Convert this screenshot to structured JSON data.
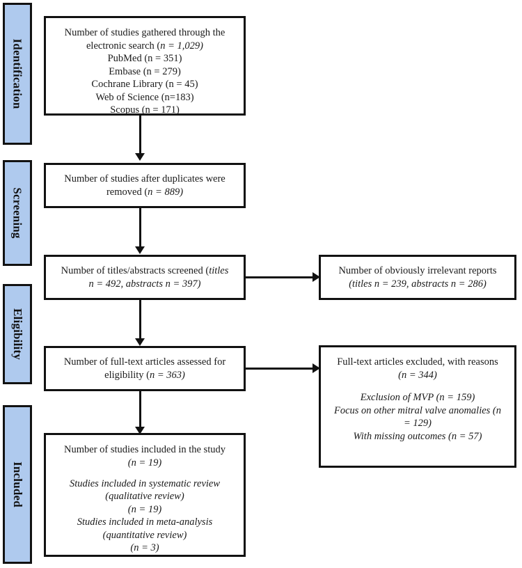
{
  "diagram": {
    "title": "PRISMA Study Selection Flow Diagram",
    "accent_color": "#afcaee",
    "line_color": "#111111",
    "background_color": "#ffffff"
  },
  "stages": [
    {
      "id": "identification",
      "label": "Identification"
    },
    {
      "id": "screening",
      "label": "Screening"
    },
    {
      "id": "eligibility",
      "label": "Eligibility"
    },
    {
      "id": "included",
      "label": "Included"
    }
  ],
  "boxes": {
    "records_identified": {
      "lines": [
        "Number of studies gathered through the",
        "electronic search (n = 1,029)",
        "PubMed (n = 351)",
        "Embase (n = 279)",
        "Cochrane Library (n = 45)",
        "Web of Science (n=183)",
        "Scopus (n = 171)"
      ],
      "header_plain": "Number of studies gathered through the",
      "header_tail_plain": "electronic search (",
      "header_tail_italic": "n = 1,029)",
      "sources": [
        {
          "name": "PubMed",
          "count_text": "(n = 351)",
          "n": 351
        },
        {
          "name": "Embase",
          "count_text": "(n = 279)",
          "n": 279
        },
        {
          "name": "Cochrane Library",
          "count_text": "(n = 45)",
          "n": 45
        },
        {
          "name": "Web of Science",
          "count_text": "(n=183)",
          "n": 183
        },
        {
          "name": "Scopus",
          "count_text": "(n = 171)",
          "n": 171
        }
      ],
      "total": 1029
    },
    "after_duplicates": {
      "line1": "Number of studies after duplicates were",
      "line2_plain": "removed (",
      "line2_italic": "n = 889)",
      "n": 889
    },
    "screened": {
      "line1_plain": "Number of titles/abstracts screened (",
      "line1_italic": "titles",
      "line2_italic": "n = 492, abstracts n = 397)",
      "titles_n": 492,
      "abstracts_n": 397
    },
    "irrelevant": {
      "line1": "Number of obviously irrelevant reports",
      "line2_italic": "(titles n = 239, abstracts n = 286)",
      "titles_n": 239,
      "abstracts_n": 286
    },
    "fulltext_assessed": {
      "line1": "Number of full-text articles assessed for",
      "line2_plain": "eligibility (",
      "line2_italic": "n = 363)",
      "n": 363
    },
    "fulltext_excluded": {
      "line1": "Full-text articles excluded, with reasons",
      "line2_italic": "(n = 344)",
      "n": 344,
      "reasons": [
        "Exclusion of MVP (n = 159)",
        "Focus on other mitral valve anomalies (n",
        "= 129)",
        "With missing outcomes (n = 57)"
      ],
      "reason_items": [
        {
          "text": "Exclusion of MVP",
          "count_text": "(n = 159)",
          "n": 159
        },
        {
          "text": "Focus on other mitral valve anomalies",
          "count_text": "(n = 129)",
          "n": 129
        },
        {
          "text": "With missing outcomes",
          "count_text": "(n = 57)",
          "n": 57
        }
      ]
    },
    "included_final": {
      "line1": "Number of studies included in the study",
      "line2_italic": "(n = 19)",
      "n": 19,
      "sub_lines": [
        "Studies included in systematic review",
        "(qualitative review)",
        "(n = 19)",
        "Studies included in meta-analysis",
        "(quantitative review)",
        "(n = 3)"
      ],
      "qualitative_n": 19,
      "quantitative_n": 3
    }
  }
}
